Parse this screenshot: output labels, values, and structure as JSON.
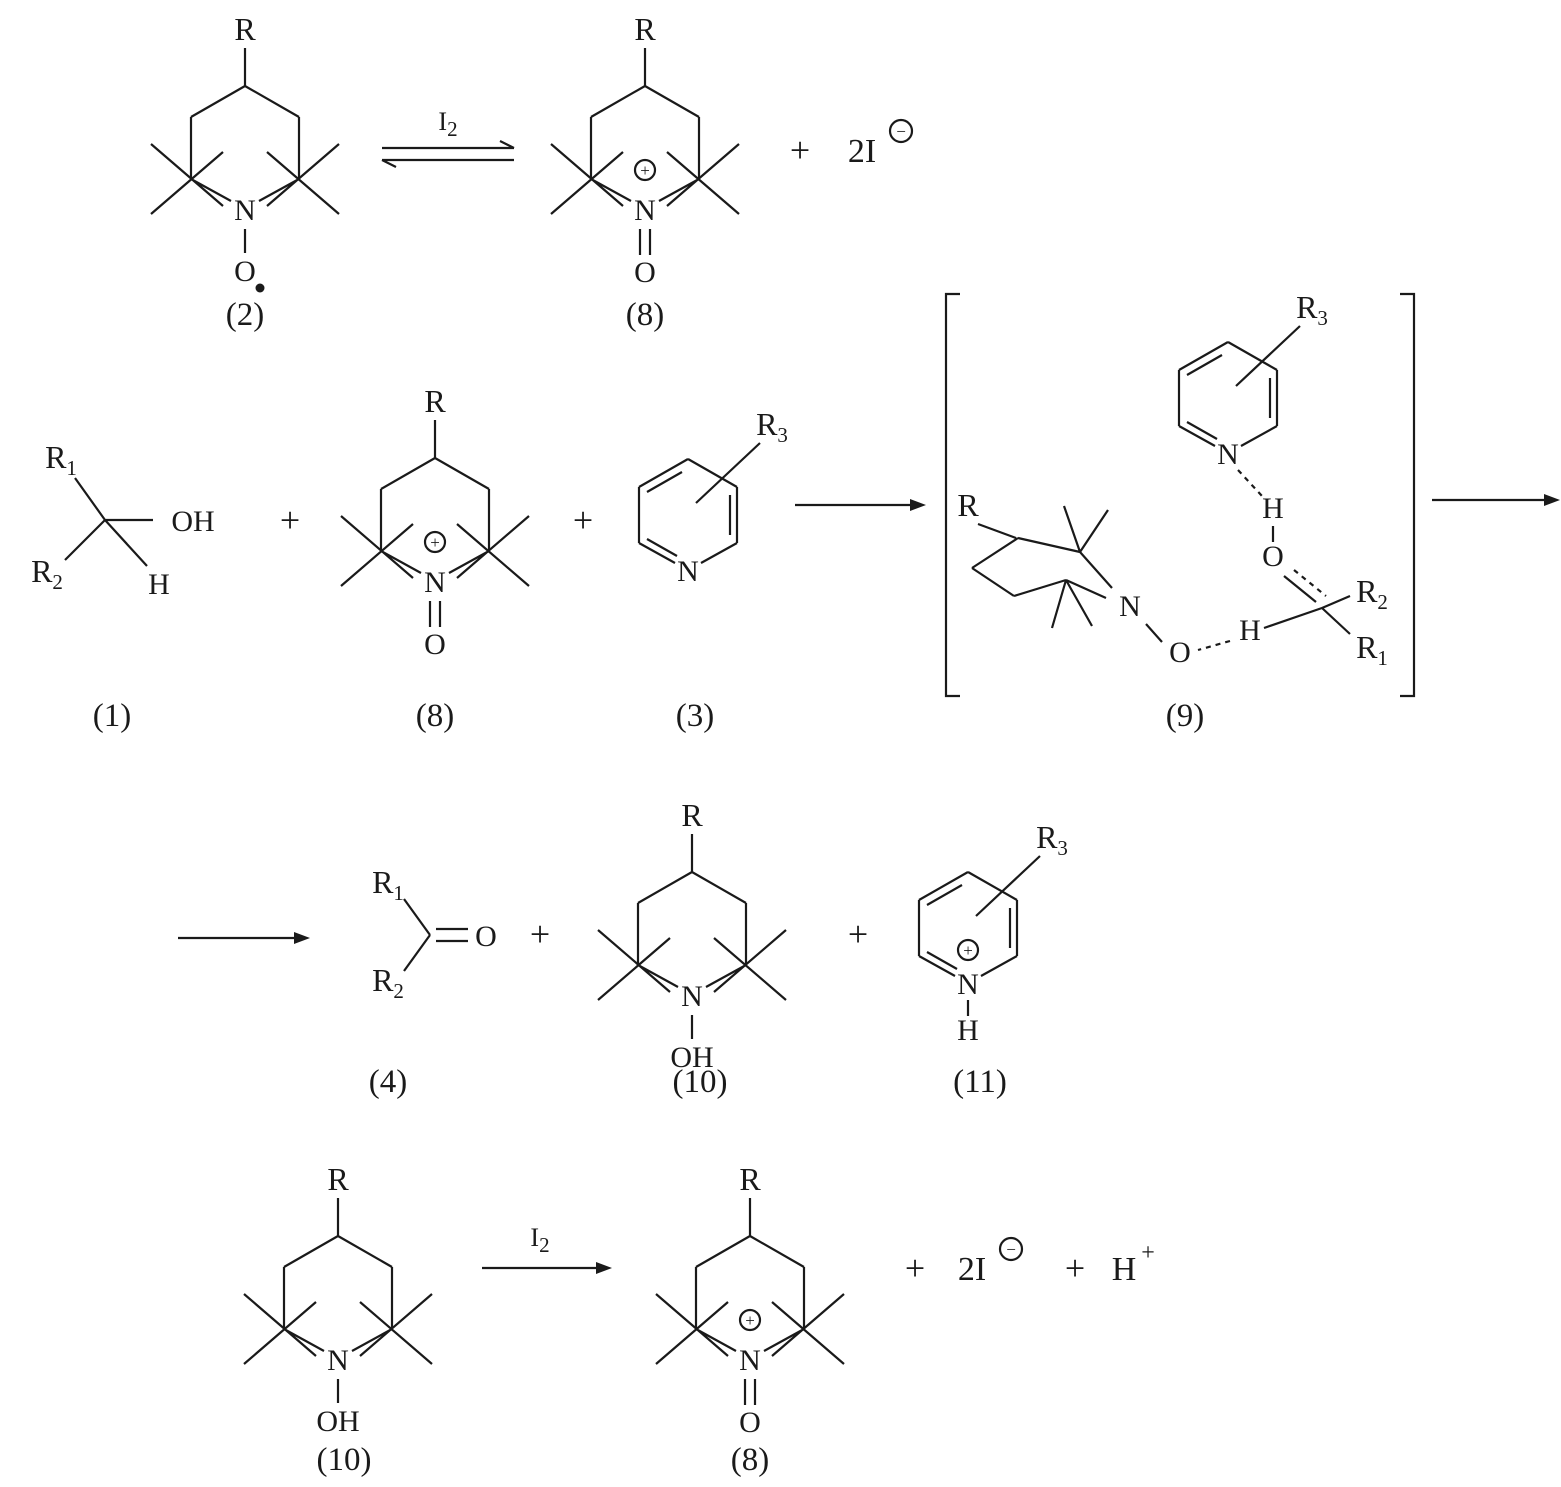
{
  "atoms": {
    "N": "N",
    "O": "O",
    "OH": "OH",
    "H": "H"
  },
  "groups": {
    "R": "R",
    "R1": {
      "base": "R",
      "sub": "1"
    },
    "R2": {
      "base": "R",
      "sub": "2"
    },
    "R3": {
      "base": "R",
      "sub": "3"
    }
  },
  "reagents": {
    "I2": {
      "base": "I",
      "sub": "2"
    },
    "iodide": {
      "coeff": "2I",
      "charge": "−"
    },
    "proton": {
      "base": "H",
      "charge": "+"
    }
  },
  "operators": {
    "plus": "+"
  },
  "charges": {
    "plus": "+",
    "minus": "−"
  },
  "labels": {
    "s1": "(1)",
    "s2": "(2)",
    "s3": "(3)",
    "s4": "(4)",
    "s8": "(8)",
    "s9": "(9)",
    "s10": "(10)",
    "s11": "(11)"
  }
}
